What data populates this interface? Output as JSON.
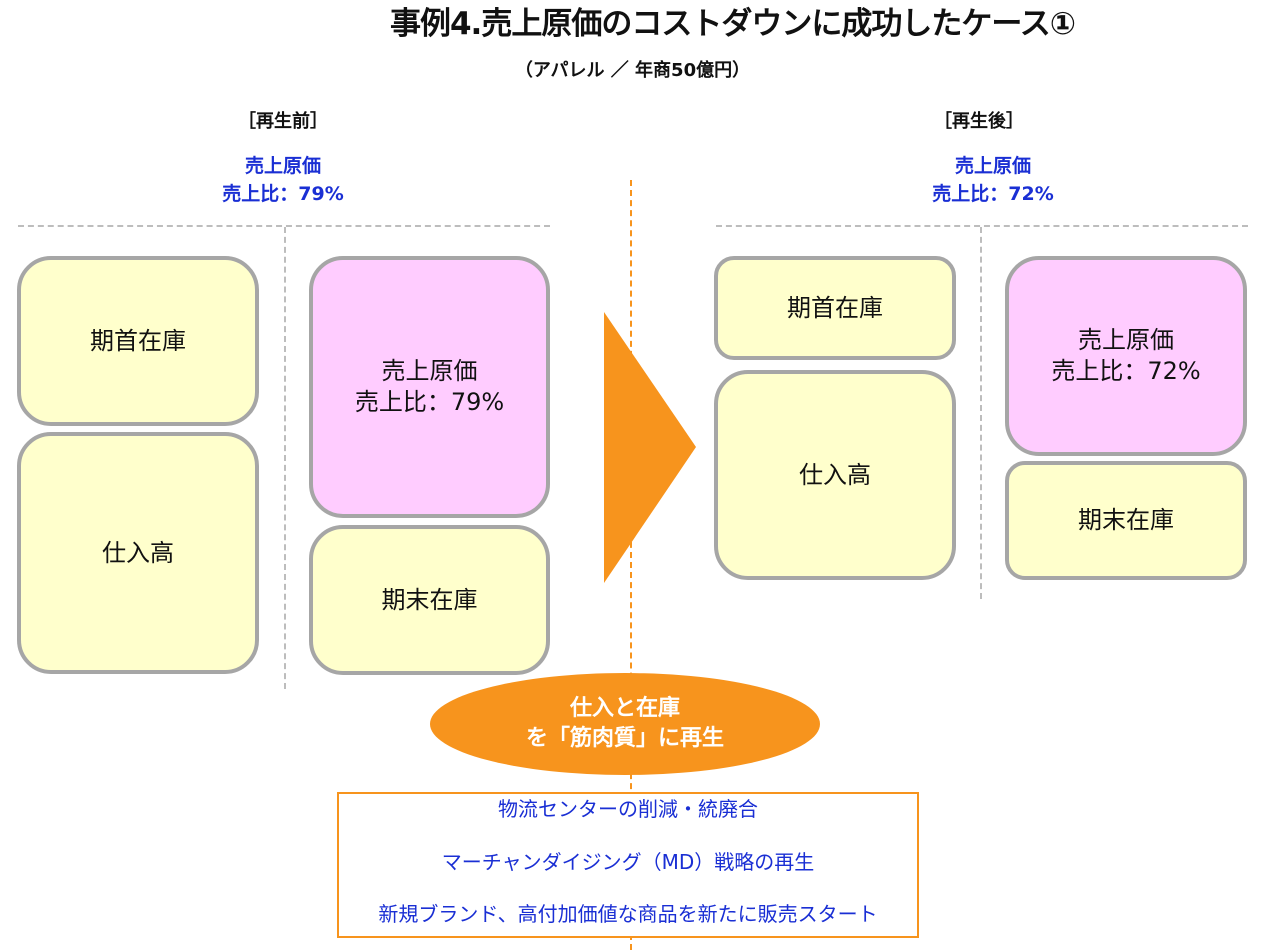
{
  "title": "事例4.売上原価のコストダウンに成功したケース①",
  "subtitle": "（アパレル ／ 年商50億円）",
  "before": {
    "label": "［再生前］",
    "ratio_line1": "売上原価",
    "ratio_line2": "売上比：79%",
    "boxes": {
      "opening_inventory": "期首在庫",
      "purchases": "仕入高",
      "cogs_line1": "売上原価",
      "cogs_line2": "売上比：79%",
      "closing_inventory": "期末在庫"
    }
  },
  "after": {
    "label": "［再生後］",
    "ratio_line1": "売上原価",
    "ratio_line2": "売上比：72%",
    "boxes": {
      "opening_inventory": "期首在庫",
      "purchases": "仕入高",
      "cogs_line1": "売上原価",
      "cogs_line2": "売上比：72%",
      "closing_inventory": "期末在庫"
    }
  },
  "center": {
    "line1": "仕入と在庫",
    "line2": "を「筋肉質」に再生"
  },
  "actions": [
    "物流センターの削減・統廃合",
    "マーチャンダイジング（MD）戦略の再生",
    "新規ブランド、高付加価値な商品を新たに販売スタート"
  ],
  "colors": {
    "orange": "#f7941d",
    "blue_text": "#1a2fd4",
    "yellow_box": "#ffffcc",
    "pink_box": "#ffccff",
    "box_border": "#a6a6a6"
  },
  "icons": {
    "arrow": "right-triangle-arrow"
  }
}
